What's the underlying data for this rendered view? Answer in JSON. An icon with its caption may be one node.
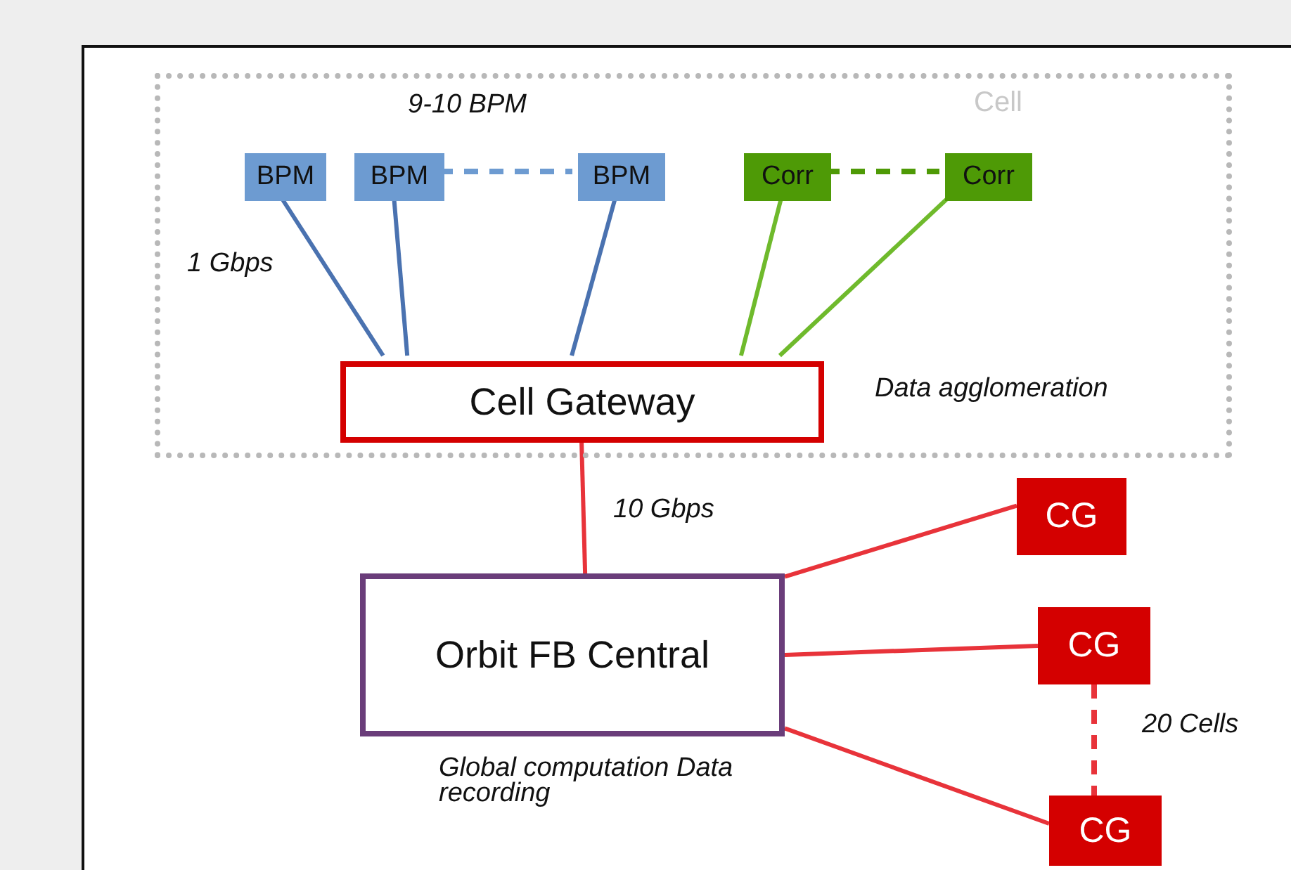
{
  "diagram": {
    "nodes": [
      {
        "text": [
          "Cell"
        ]
      },
      {
        "text": [
          "BPM"
        ],
        "in": 0
      },
      {
        "text": [
          "BPM"
        ],
        "in": 0
      },
      {
        "text": [
          "BPM"
        ],
        "in": 0
      },
      {
        "text": [
          "Corr"
        ],
        "in": 0
      },
      {
        "text": [
          "Corr"
        ],
        "in": 0
      },
      {
        "text": [
          "Cell Gateway"
        ],
        "in": 0
      },
      {
        "text": [
          "Orbit FB Central"
        ],
        "beside": [
          "Global computation Data recording"
        ]
      },
      {
        "text": [
          "CG"
        ]
      },
      {
        "text": [
          "CG"
        ]
      },
      {
        "text": [
          "CG"
        ]
      }
    ],
    "edges": [
      {
        "from": 1,
        "to": 6,
        "arrow": "none",
        "color": "#4a72b0"
      },
      {
        "from": 2,
        "to": 6,
        "arrow": "none",
        "color": "#4a72b0"
      },
      {
        "from": 3,
        "to": 6,
        "arrow": "none",
        "color": "#4a72b0"
      },
      {
        "from": 4,
        "to": 6,
        "arrow": "none",
        "color": "#6fba2c"
      },
      {
        "from": 5,
        "to": 6,
        "arrow": "none",
        "color": "#6fba2c"
      },
      {
        "from": 2,
        "to": 3,
        "arrow": "none",
        "style": "dashed",
        "color": "#6d9bd1"
      },
      {
        "from": 4,
        "to": 5,
        "arrow": "none",
        "style": "dashed",
        "color": "#4e9a06"
      },
      {
        "from": 6,
        "to": 7,
        "arrow": "none",
        "label": "10 Gbps"
      },
      {
        "from": 7,
        "to": 8,
        "arrow": "none"
      },
      {
        "from": 7,
        "to": 9,
        "arrow": "none"
      },
      {
        "from": 7,
        "to": 10,
        "arrow": "none"
      },
      {
        "from": 9,
        "to": 10,
        "arrow": "none",
        "style": "dashed",
        "label": "20 Cells"
      }
    ],
    "labels": [
      "9-10 BPM",
      "1 Gbps",
      "Data agglomeration"
    ]
  }
}
